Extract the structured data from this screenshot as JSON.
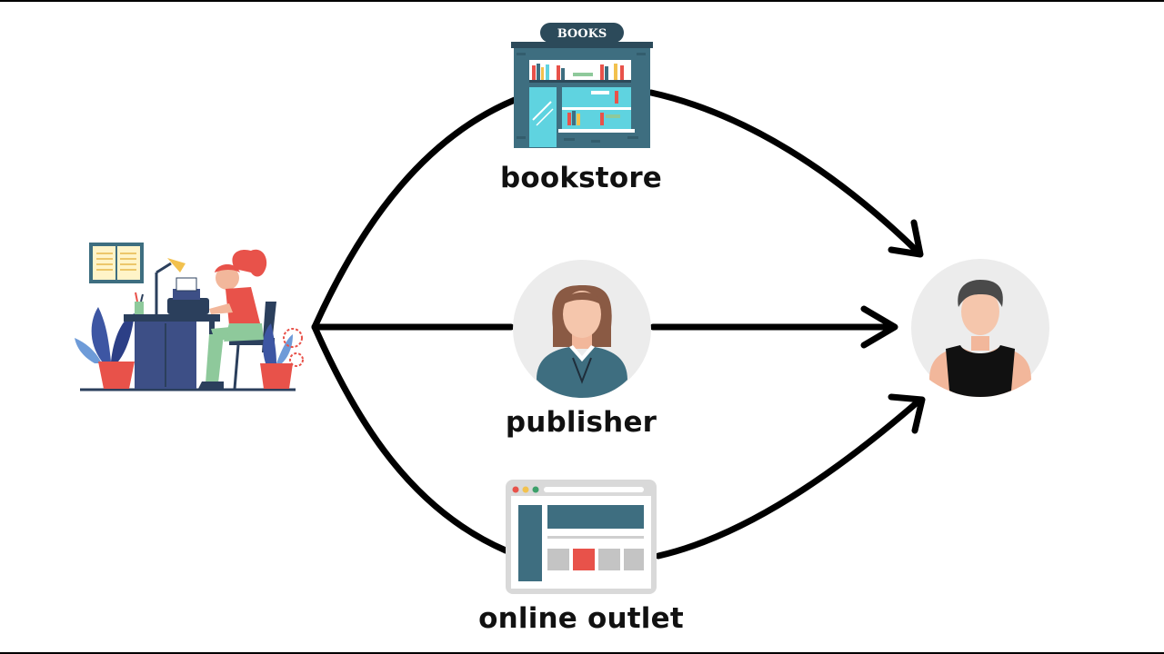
{
  "bookstore": {
    "sign": "BOOKS",
    "label": "bookstore"
  },
  "publisher": {
    "label": "publisher"
  },
  "online_outlet": {
    "label": "online outlet"
  },
  "icons": {
    "author": "author-writing-at-desk-illustration",
    "bookstore": "bookstore-building-icon",
    "publisher": "publisher-person-avatar-icon",
    "online_outlet": "browser-window-icon",
    "reader": "reader-person-avatar-icon"
  },
  "colors": {
    "arrow": "#000000",
    "avatar_bg": "#ececec",
    "store_teal": "#3e6e80",
    "store_glass": "#5fd3e0",
    "accent_red": "#e8524a"
  }
}
